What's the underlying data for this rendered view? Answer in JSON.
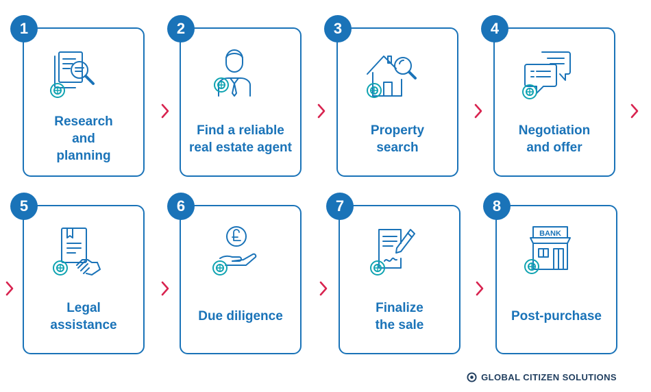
{
  "steps": [
    {
      "number": "1",
      "label": "Research\nand\nplanning",
      "icon": "document-search-icon"
    },
    {
      "number": "2",
      "label": "Find a reliable\nreal estate agent",
      "icon": "agent-icon"
    },
    {
      "number": "3",
      "label": "Property\nsearch",
      "icon": "house-search-icon"
    },
    {
      "number": "4",
      "label": "Negotiation\nand offer",
      "icon": "chat-bubbles-icon"
    },
    {
      "number": "5",
      "label": "Legal\nassistance",
      "icon": "handshake-document-icon"
    },
    {
      "number": "6",
      "label": "Due diligence",
      "icon": "hand-coin-icon"
    },
    {
      "number": "7",
      "label": "Finalize\nthe sale",
      "icon": "contract-signing-icon"
    },
    {
      "number": "8",
      "label": "Post-purchase",
      "icon": "bank-icon"
    }
  ],
  "bank_sign": "BANK",
  "brand": {
    "name": "GLOBAL CITIZEN SOLUTIONS",
    "icon": "gcs-logo-icon"
  },
  "colors": {
    "primary": "#1a73b8",
    "accent_teal": "#0fa3b1",
    "arrow_red": "#d8234f",
    "brand_text": "#1f3d5e"
  }
}
